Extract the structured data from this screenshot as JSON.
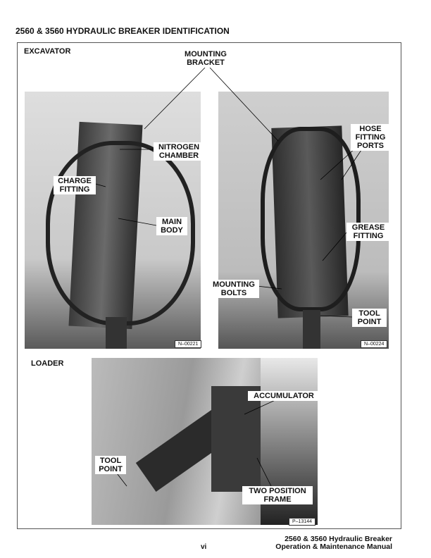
{
  "title": "2560 & 3560 HYDRAULIC BREAKER IDENTIFICATION",
  "sections": {
    "excavator": "EXCAVATOR",
    "loader": "LOADER"
  },
  "labels": {
    "mounting_bracket": "MOUNTING BRACKET",
    "nitrogen_chamber": "NITROGEN CHAMBER",
    "charge_fitting": "CHARGE FITTING",
    "main_body": "MAIN BODY",
    "hose_fitting_ports": "HOSE FITTING PORTS",
    "grease_fitting": "GREASE FITTING",
    "mounting_bolts": "MOUNTING BOLTS",
    "tool_point": "TOOL POINT",
    "accumulator": "ACCUMULATOR",
    "tool_point_loader": "TOOL POINT",
    "two_position_frame": "TWO POSITION FRAME"
  },
  "photo_codes": [
    "N–00221",
    "N–00224",
    "P–13144"
  ],
  "footer": {
    "line1": "2560 & 3560 Hydraulic Breaker",
    "line2": "Operation & Maintenance Manual",
    "page": "vi"
  }
}
